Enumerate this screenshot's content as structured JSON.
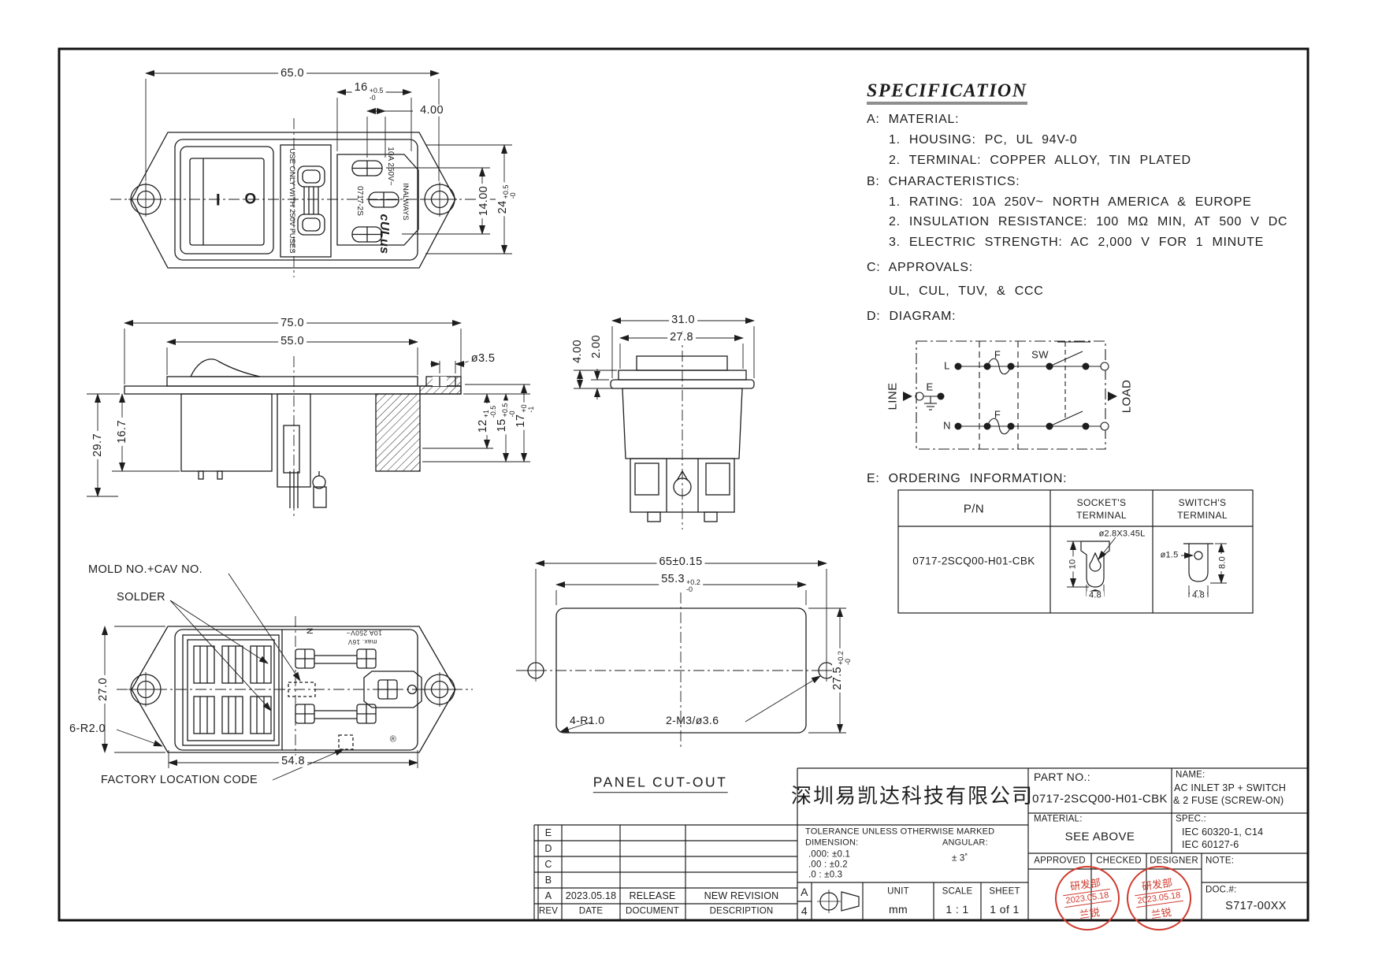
{
  "sheet": {
    "bg": "#ffffff",
    "line_color": "#1d1d1d",
    "stamp_color": "#cf3b2e"
  },
  "spec": {
    "title": "SPECIFICATION",
    "a_head": "A: MATERIAL:",
    "a1": "1. HOUSING: PC, UL 94V-0",
    "a2": "2. TERMINAL: COPPER ALLOY, TIN PLATED",
    "b_head": "B: CHARACTERISTICS:",
    "b1": "1. RATING: 10A 250V~ NORTH AMERICA & EUROPE",
    "b2": "2. INSULATION RESISTANCE: 100 MΩ MIN, AT 500 V DC",
    "b3": "3. ELECTRIC STRENGTH: AC 2,000 V FOR 1 MINUTE",
    "c_head": "C: APPROVALS:",
    "c1": "UL, CUL, TUV, & CCC",
    "d_head": "D: DIAGRAM:",
    "e_head": "E: ORDERING INFORMATION:"
  },
  "front_view": {
    "dim_65": "65.0",
    "dim_16": {
      "base": "16",
      "plus": "+0.5",
      "minus": "-0"
    },
    "dim_4": "4.00",
    "dim_14": "14.00",
    "dim_24": {
      "base": "24",
      "plus": "+0.5",
      "minus": "-0"
    },
    "rocker_on": "I",
    "rocker_off": "O",
    "fuse_text": "USE ONLY WITH 250V FUSES",
    "rating_text": "10A 250V~",
    "model_text": "0717-2S",
    "brand_text": "INALWAYS",
    "ul_logo": "cULus"
  },
  "side_view": {
    "dim_75": "75.0",
    "dim_55": "55.0",
    "dim_d35": "ø3.5",
    "dim_297": "29.7",
    "dim_167": "16.7",
    "dim_12": {
      "base": "12",
      "plus": "+1",
      "minus": "-0.5"
    },
    "dim_15": {
      "base": "15",
      "plus": "+0.5",
      "minus": "-0"
    },
    "dim_17": {
      "base": "17",
      "plus": "+0",
      "minus": "-1"
    }
  },
  "end_view": {
    "dim_31": "31.0",
    "dim_278": "27.8",
    "dim_4": "4.00",
    "dim_2": "2.00"
  },
  "back_view": {
    "label_mold": "MOLD NO.+CAV NO.",
    "label_solder": "SOLDER",
    "label_factory": "FACTORY LOCATION CODE",
    "dim_27": "27.0",
    "dim_6r2": "6-R2.0",
    "dim_548": "54.8",
    "n_mark": "N",
    "rating": "10A 250V~",
    "max_mark": "max. 16V",
    "reg": "®"
  },
  "panel_cutout": {
    "title": "PANEL CUT-OUT",
    "dim_65": "65±0.15",
    "dim_553": {
      "base": "55.3",
      "plus": "+0.2",
      "minus": "-0"
    },
    "dim_275": {
      "base": "27.5",
      "plus": "+0.2",
      "minus": "-0"
    },
    "label_4r": "4-R1.0",
    "label_2m3": "2-M3/ø3.6"
  },
  "diagram": {
    "line": "LINE",
    "load": "LOAD",
    "l": "L",
    "n": "N",
    "e": "E",
    "f1": "F",
    "f2": "F",
    "sw": "SW"
  },
  "ordering": {
    "col_pn": "P/N",
    "col_socket1": "SOCKET'S",
    "col_socket2": "TERMINAL",
    "col_switch1": "SWITCH'S",
    "col_switch2": "TERMINAL",
    "pn": "0717-2SCQ00-H01-CBK",
    "socket_d": "ø2.8X3.45L",
    "socket_h": "10",
    "socket_w": "4.8",
    "switch_d": "ø1.5",
    "switch_h": "8.0",
    "switch_w": "4.8"
  },
  "title_block": {
    "company": "深圳易凯达科技有限公司",
    "tol_title": "TOLERANCE UNLESS OTHERWISE MARKED",
    "tol_dim": "DIMENSION:",
    "tol_ang": "ANGULAR:",
    "tol_000": ".000: ±0.1",
    "tol_00": ".00 : ±0.2",
    "tol_0": ".0 : ±0.3",
    "tol_ang_val": "± 3˚",
    "part_label": "PART NO.:",
    "part_no": "0717-2SCQ00-H01-CBK",
    "name_label": "NAME:",
    "name_line1": "AC INLET 3P + SWITCH",
    "name_line2": "& 2 FUSE (SCREW-ON)",
    "material_label": "MATERIAL:",
    "material": "SEE ABOVE",
    "spec_label": "SPEC.:",
    "spec1": "IEC 60320-1, C14",
    "spec2": "IEC 60127-6",
    "approved": "APPROVED",
    "checked": "CHECKED",
    "designer": "DESIGNER",
    "note_label": "NOTE:",
    "doc_label": "DOC.#:",
    "doc_no": "S717-00XX",
    "unit_label": "UNIT",
    "unit": "mm",
    "scale_label": "SCALE",
    "scale": "1 : 1",
    "sheet_label": "SHEET",
    "sheet": "1 of 1",
    "size_letter": "A",
    "size_num": "4"
  },
  "stamp": {
    "dept": "研发部",
    "date": "2023.05.18",
    "sig": "兰锐"
  },
  "revisions": {
    "rows": [
      {
        "rev": "E"
      },
      {
        "rev": "D"
      },
      {
        "rev": "C"
      },
      {
        "rev": "B"
      },
      {
        "rev": "A",
        "date": "2023.05.18",
        "doc": "RELEASE",
        "desc": "NEW REVISION"
      }
    ],
    "footer": {
      "rev": "REV",
      "date": "DATE",
      "doc": "DOCUMENT",
      "desc": "DESCRIPTION"
    }
  }
}
